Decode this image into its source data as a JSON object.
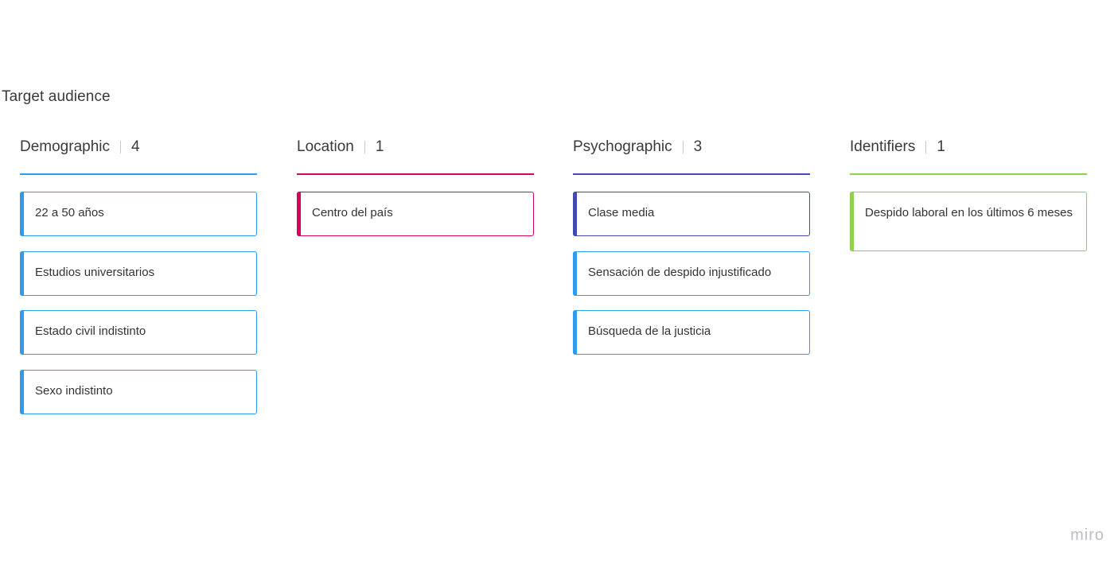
{
  "board": {
    "title": "Target audience",
    "watermark": "miro"
  },
  "columns": [
    {
      "name": "Demographic",
      "count": "4",
      "color": "#2d9bf0",
      "cards": [
        {
          "text": "22 a 50 años"
        },
        {
          "text": "Estudios universitarios"
        },
        {
          "text": "Estado civil indistinto"
        },
        {
          "text": "Sexo indistinto"
        }
      ]
    },
    {
      "name": "Location",
      "count": "1",
      "color": "#d6045d",
      "cards": [
        {
          "text": "Centro del país"
        }
      ]
    },
    {
      "name": "Psychographic",
      "count": "3",
      "color": "#414bb2",
      "cards": [
        {
          "text": "Clase media",
          "color": "#414bb2"
        },
        {
          "text": "Sensación de despido injustificado",
          "color": "#2d9bf0"
        },
        {
          "text": "Búsqueda de la justicia",
          "color": "#2d9bf0"
        }
      ]
    },
    {
      "name": "Identifiers",
      "count": "1",
      "color": "#8fd14f",
      "cards": [
        {
          "text": "Despido laboral en los últimos 6 meses"
        }
      ]
    }
  ]
}
